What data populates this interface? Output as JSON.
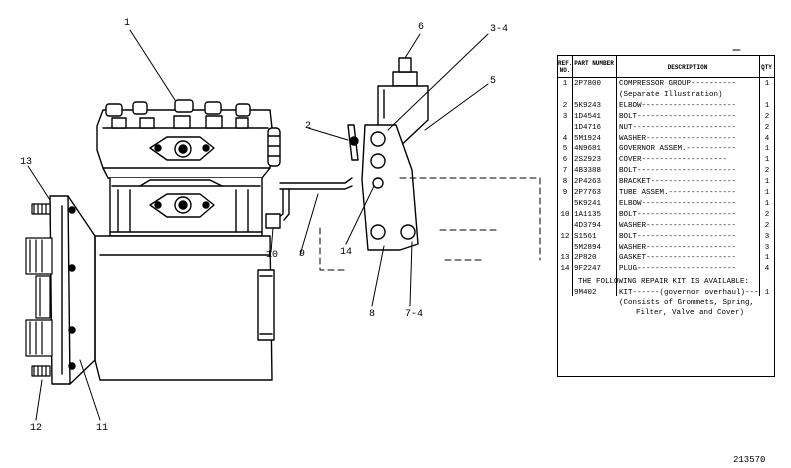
{
  "callouts": {
    "c1": "1",
    "c2": "2",
    "c3_4": "3-4",
    "c5": "5",
    "c6": "6",
    "c7_4": "7-4",
    "c8": "8",
    "c9": "9",
    "c10": "10",
    "c11": "11",
    "c12": "12",
    "c13": "13",
    "c14": "14"
  },
  "parts_table": {
    "headers": {
      "ref": "REF. NO.",
      "part": "PART NUMBER",
      "desc": "DESCRIPTION",
      "qty": "QTY"
    },
    "rows": [
      {
        "ref": "1",
        "part": "2P7800",
        "desc": "COMPRESSOR GROUP----------",
        "qty": "1"
      },
      {
        "ref": "",
        "part": "",
        "desc": "(Separate Illustration)",
        "qty": ""
      },
      {
        "ref": "2",
        "part": "5K9243",
        "desc": "ELBOW---------------------",
        "qty": "1"
      },
      {
        "ref": "3",
        "part": "1D4541",
        "desc": "BOLT----------------------",
        "qty": "2"
      },
      {
        "ref": "",
        "part": "1D4716",
        "desc": "NUT-----------------------",
        "qty": "2"
      },
      {
        "ref": "4",
        "part": "5M1924",
        "desc": "WASHER--------------------",
        "qty": "4"
      },
      {
        "ref": "5",
        "part": "4N9681",
        "desc": "GOVERNOR ASSEM.-----------",
        "qty": "1"
      },
      {
        "ref": "6",
        "part": "2S2923",
        "desc": "  COVER-------------------",
        "qty": "1"
      },
      {
        "ref": "7",
        "part": "4B3388",
        "desc": "BOLT----------------------",
        "qty": "2"
      },
      {
        "ref": "8",
        "part": "2P4263",
        "desc": "BRACKET-------------------",
        "qty": "1"
      },
      {
        "ref": "9",
        "part": "2P7763",
        "desc": "TUBE ASSEM.---------------",
        "qty": "1"
      },
      {
        "ref": "",
        "part": "5K9241",
        "desc": "ELBOW---------------------",
        "qty": "1"
      },
      {
        "ref": "10",
        "part": "1A1135",
        "desc": "BOLT----------------------",
        "qty": "2"
      },
      {
        "ref": "",
        "part": "4D3794",
        "desc": "WASHER--------------------",
        "qty": "2"
      },
      {
        "ref": "12",
        "part": "S1561",
        "desc": "BOLT----------------------",
        "qty": "3"
      },
      {
        "ref": "",
        "part": "5M2894",
        "desc": "WASHER--------------------",
        "qty": "3"
      },
      {
        "ref": "13",
        "part": "2P820",
        "desc": "GASKET--------------------",
        "qty": "1"
      },
      {
        "ref": "14",
        "part": "9F2247",
        "desc": "PLUG----------------------",
        "qty": "4"
      }
    ],
    "repair_note": "THE FOLLOWING REPAIR KIT IS AVAILABLE:",
    "kit": {
      "part": "9M402",
      "desc": "KIT------(governor overhaul)----",
      "qty": "1"
    },
    "kit_lines": [
      "(Consists of Grommets, Spring,",
      "Filter, Valve and Cover)"
    ]
  },
  "figure_number": "213570"
}
